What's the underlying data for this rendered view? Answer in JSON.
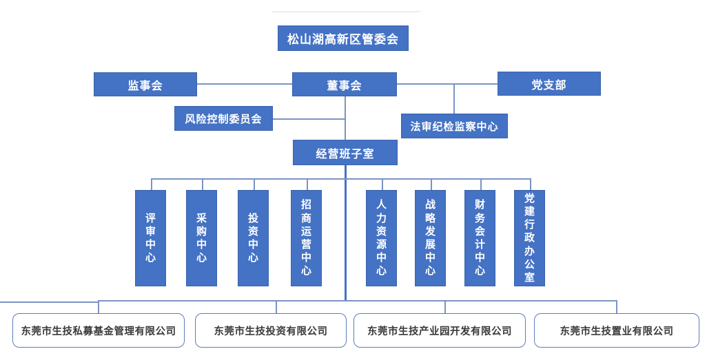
{
  "accent_color": "#4472c4",
  "connector_color": "#7b93c4",
  "subsidiary_border_color": "#5b7cb8",
  "org": {
    "top": {
      "label": "松山湖高新区管委会"
    },
    "level2": [
      {
        "id": "supervisory-board",
        "label": "监事会"
      },
      {
        "id": "board-of-directors",
        "label": "董事会"
      },
      {
        "id": "party-branch",
        "label": "党支部"
      }
    ],
    "side": [
      {
        "id": "risk-control-committee",
        "label": "风险控制委员会"
      },
      {
        "id": "legal-audit-discipline-inspection-center",
        "label": "法审纪检监察中心"
      }
    ],
    "management_office": {
      "label": "经营班子室"
    },
    "departments": [
      {
        "label": "评审中心"
      },
      {
        "label": "采购中心"
      },
      {
        "label": "投资中心"
      },
      {
        "label": "招商运营中心"
      },
      {
        "label": "人力资源中心"
      },
      {
        "label": "战略发展中心"
      },
      {
        "label": "财务会计中心"
      },
      {
        "label": "党建行政办公室"
      }
    ],
    "subsidiaries": [
      {
        "label": "东莞市生技私募基金管理有限公司"
      },
      {
        "label": "东莞市生技投资有限公司"
      },
      {
        "label": "东莞市生技产业园开发有限公司"
      },
      {
        "label": "东莞市生技置业有限公司"
      }
    ]
  }
}
